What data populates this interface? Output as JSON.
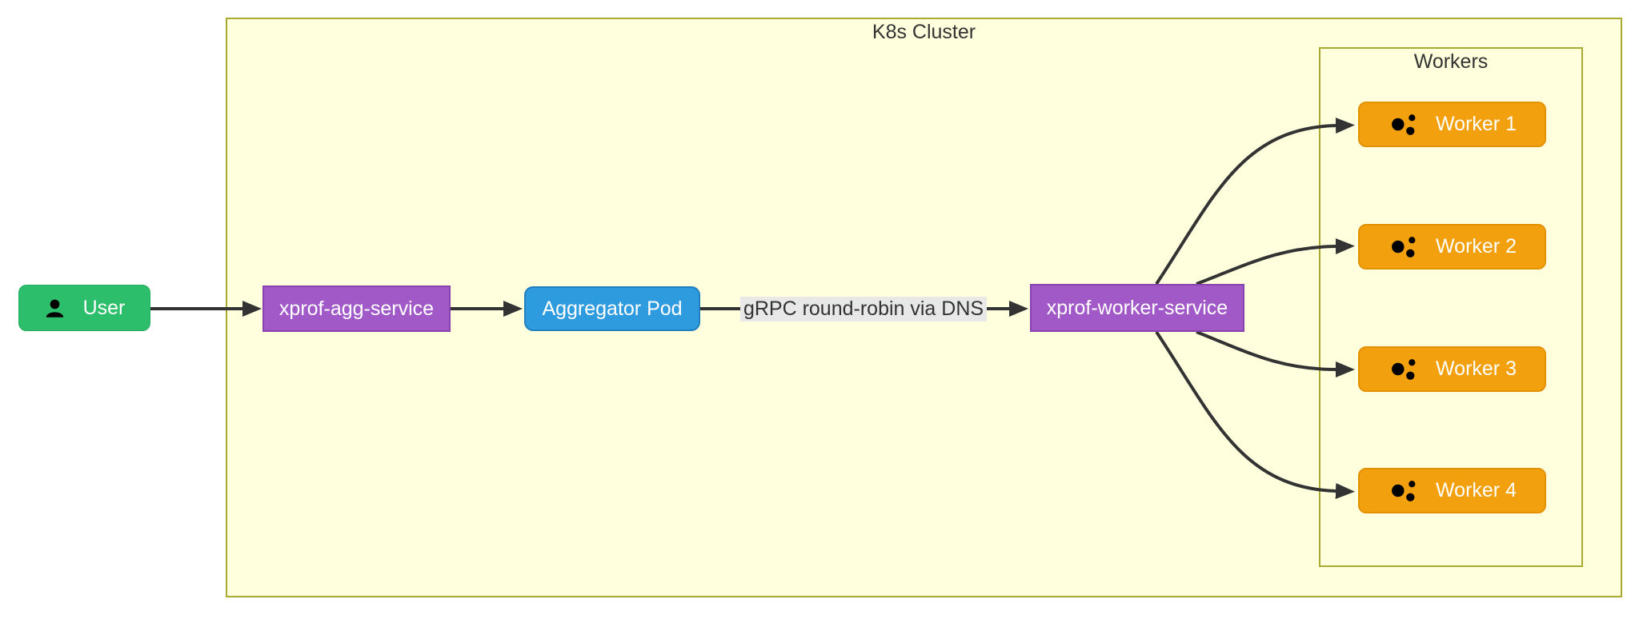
{
  "diagram": {
    "cluster": {
      "title": "K8s Cluster"
    },
    "workers_group": {
      "title": "Workers"
    },
    "nodes": {
      "user": {
        "label": "User",
        "icon": "user-icon"
      },
      "agg_service": {
        "label": "xprof-agg-service"
      },
      "aggregator_pod": {
        "label": "Aggregator Pod"
      },
      "worker_service": {
        "label": "xprof-worker-service"
      },
      "worker_1": {
        "label": "Worker 1",
        "icon": "gears-icon"
      },
      "worker_2": {
        "label": "Worker 2",
        "icon": "gears-icon"
      },
      "worker_3": {
        "label": "Worker 3",
        "icon": "gears-icon"
      },
      "worker_4": {
        "label": "Worker 4",
        "icon": "gears-icon"
      }
    },
    "edges": {
      "pod_to_worker_service_label": "gRPC round-robin via DNS"
    },
    "colors": {
      "user_fill": "#2DBE6C",
      "user_border": "#27AC60",
      "service_fill": "#A259C8",
      "service_border": "#8A42AF",
      "pod_fill": "#2E9BDE",
      "pod_border": "#1F7FBF",
      "worker_fill": "#F2A00D",
      "worker_border": "#E39102",
      "cluster_fill": "#FFFFDE",
      "cluster_border": "#AAAA33",
      "edge_stroke": "#333333",
      "edge_label_bg": "#E8E8E8",
      "text_dark": "#333333",
      "text_light": "#FFFFFF"
    }
  }
}
